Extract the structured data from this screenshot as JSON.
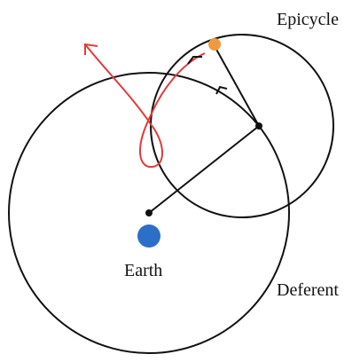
{
  "labels": {
    "epicycle": "Epicycle",
    "earth": "Earth",
    "deferent": "Deferent"
  },
  "colors": {
    "stroke": "#111111",
    "earth": "#2c6fc9",
    "planet": "#f09a3e",
    "path": "#e23b3b",
    "background": "#ffffff"
  }
}
